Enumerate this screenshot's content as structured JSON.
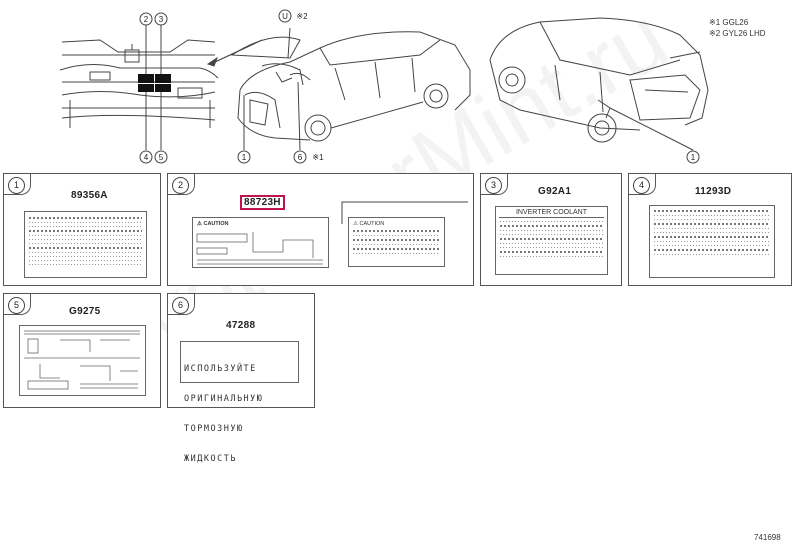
{
  "callouts": {
    "top_left_2": "2",
    "top_left_3": "3",
    "bottom_left_4": "4",
    "bottom_left_5": "5",
    "car1_u": "U",
    "car1_u_note": "※2",
    "car1_1": "1",
    "car1_6": "6",
    "car1_6_note": "※1",
    "car2_1": "1"
  },
  "legend": {
    "line1": "※1  GGL26",
    "line2": "※2  GYL26  LHD"
  },
  "panels": [
    {
      "num": "1",
      "part": "89356A"
    },
    {
      "num": "2",
      "part": "88723H"
    },
    {
      "num": "3",
      "part": "G92A1"
    },
    {
      "num": "4",
      "part": "11293D"
    },
    {
      "num": "5",
      "part": "G9275"
    },
    {
      "num": "6",
      "part": "47288"
    }
  ],
  "label_text": {
    "caution": "CAUTION",
    "inverter": "INVERTER COOLANT",
    "russian": [
      "ИСПОЛЬЗУЙТЕ",
      "ОРИГИНАЛЬНУЮ",
      "ТОРМОЗНУЮ",
      "ЖИДКОСТЬ"
    ]
  },
  "diagram_id": "741698",
  "watermark": "ToyotaCarMint.ru",
  "colors": {
    "highlight": "#c0144c",
    "line": "#444444"
  }
}
